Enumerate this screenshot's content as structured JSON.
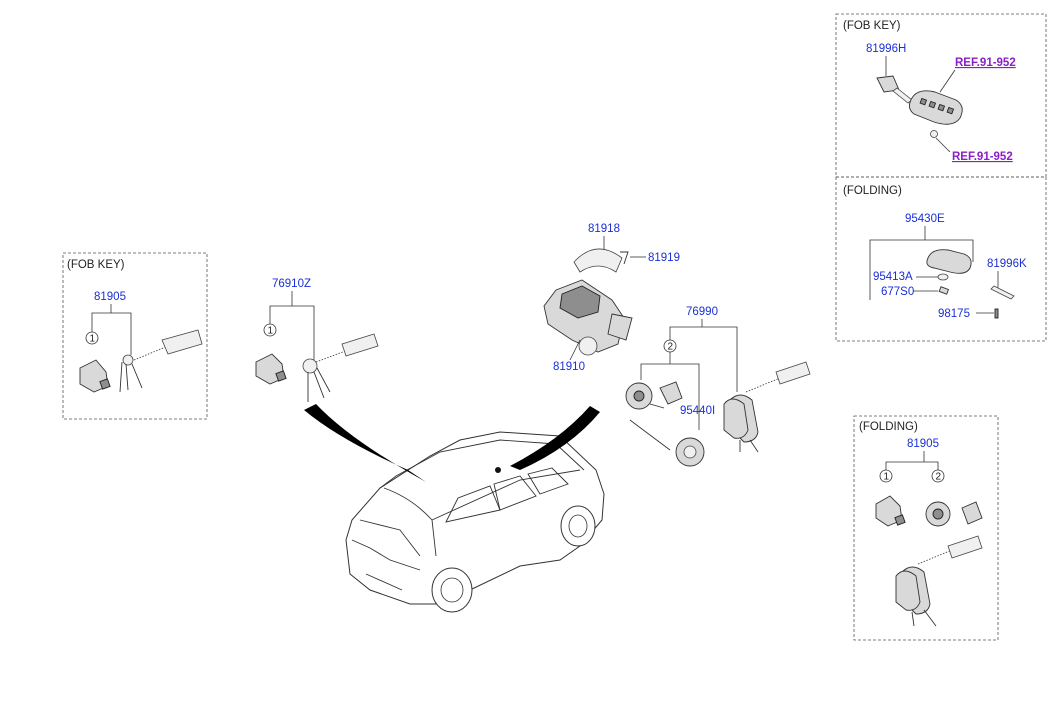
{
  "groups": {
    "fob_key_top": {
      "caption": "(FOB KEY)"
    },
    "folding_top": {
      "caption": "(FOLDING)"
    },
    "fob_key_left": {
      "caption": "(FOB KEY)"
    },
    "folding_bottom": {
      "caption": "(FOLDING)"
    }
  },
  "parts": {
    "p81996H": "81996H",
    "ref1": "REF.91-952",
    "ref2": "REF.91-952",
    "p95430E": "95430E",
    "p95413A": "95413A",
    "p677S0": "677S0",
    "p81996K": "81996K",
    "p98175": "98175",
    "p81905_left": "81905",
    "p76910Z": "76910Z",
    "p81918": "81918",
    "p81919": "81919",
    "p81910": "81910",
    "p76990": "76990",
    "p95440I": "95440I",
    "p81905_bottom": "81905"
  },
  "callouts": {
    "one": "1",
    "two": "2"
  },
  "colors": {
    "part_number": "#1a2fd6",
    "reference": "#8a1fc9",
    "arrow": "#000000"
  }
}
